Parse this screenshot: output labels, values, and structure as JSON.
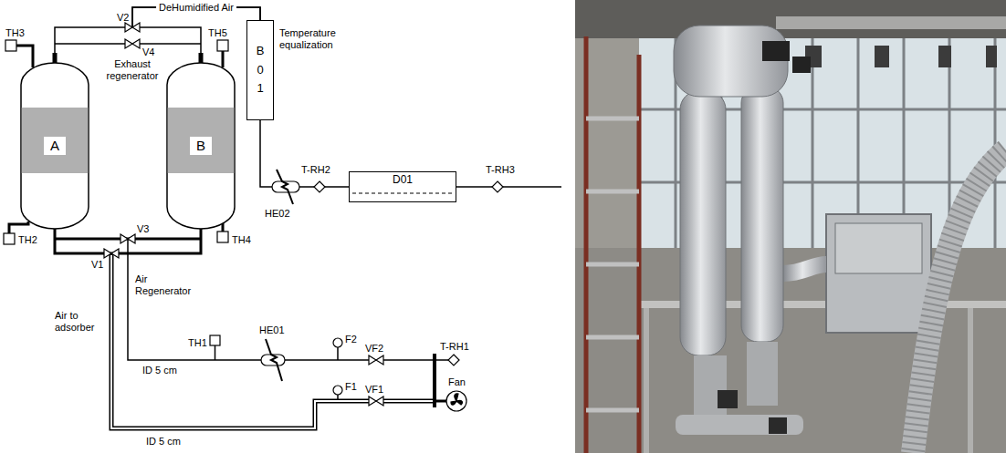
{
  "diagram": {
    "nodes": [
      {
        "text": [
          "A"
        ]
      },
      {
        "text": [
          "B"
        ]
      },
      {
        "text": [
          "B 0 1"
        ]
      },
      {
        "text": [
          "D01"
        ]
      }
    ],
    "edges": [
      {
        "from": 0,
        "to": 2,
        "arrow": "none",
        "label": "DeHumidified Air"
      },
      {
        "from": 1,
        "to": 2,
        "arrow": "none"
      },
      {
        "from": 2,
        "to": 3,
        "arrow": "none"
      }
    ],
    "labels": [
      "TH3",
      "V2",
      "V4",
      "Exhaust regenerator",
      "TH5",
      "Temperature equalization",
      "TH2",
      "TH4",
      "V3",
      "V1",
      "Air Regenerator",
      "Air to adsorber",
      "TH1",
      "HE01",
      "F2",
      "VF2",
      "T-RH1",
      "Fan",
      "F1",
      "VF1",
      "ID 5 cm",
      "ID 5 cm",
      "HE02",
      "T-RH2",
      "T-RH3"
    ]
  }
}
